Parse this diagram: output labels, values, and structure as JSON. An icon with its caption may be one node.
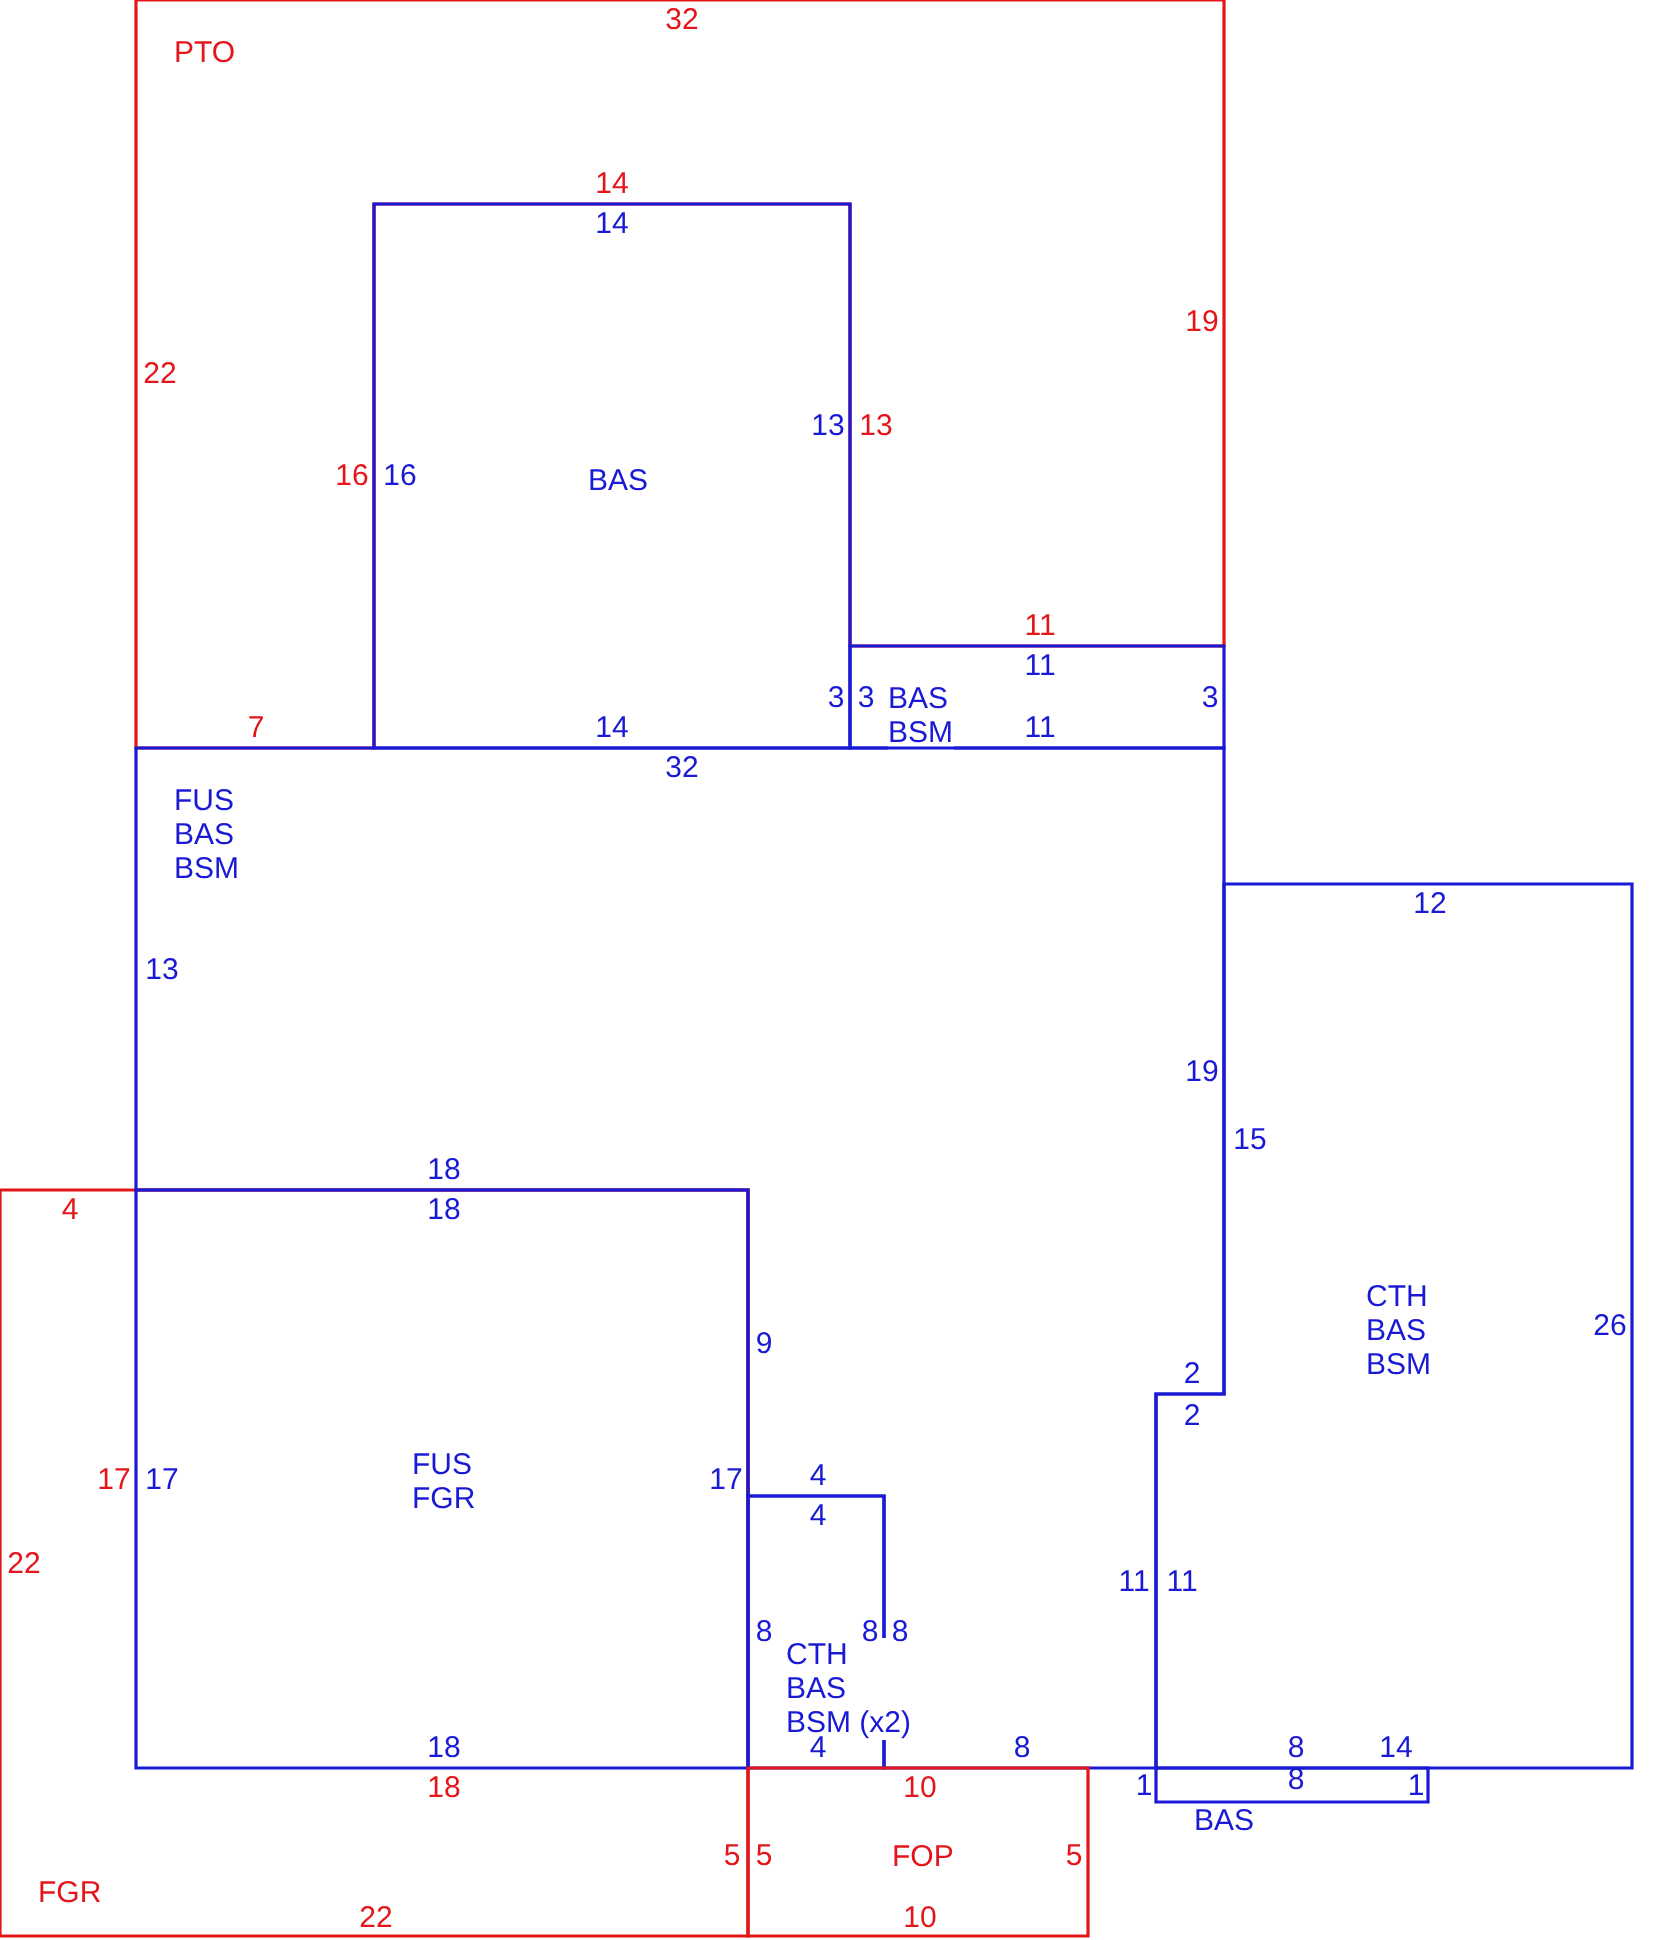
{
  "diagram": {
    "nodes": [
      {
        "text": [
          "PTO"
        ]
      },
      {
        "text": [
          "BAS"
        ],
        "in": 0
      },
      {
        "text": [
          "BAS BSM"
        ],
        "in": 0
      },
      {
        "text": [
          "FUS BAS BSM"
        ]
      },
      {
        "text": [
          "FGR"
        ]
      },
      {
        "text": [
          "FUS FGR"
        ],
        "in": 4
      },
      {
        "text": [
          "CTH BAS BSM (x2)"
        ]
      },
      {
        "text": [
          "CTH BAS BSM"
        ]
      },
      {
        "text": [
          "BAS"
        ]
      },
      {
        "text": [
          "FOP"
        ]
      }
    ],
    "labels": [
      "32",
      "14",
      "14",
      "19",
      "22",
      "13",
      "13",
      "16",
      "16",
      "11",
      "11",
      "3",
      "3",
      "3",
      "7",
      "14",
      "11",
      "32",
      "12",
      "13",
      "19",
      "15",
      "18",
      "4",
      "18",
      "26",
      "9",
      "2",
      "2",
      "17",
      "17",
      "17",
      "4",
      "4",
      "22",
      "11",
      "11",
      "8",
      "8",
      "8",
      "18",
      "4",
      "8",
      "8",
      "14",
      "18",
      "10",
      "1",
      "8",
      "1",
      "5",
      "5",
      "5",
      "22",
      "10"
    ]
  }
}
